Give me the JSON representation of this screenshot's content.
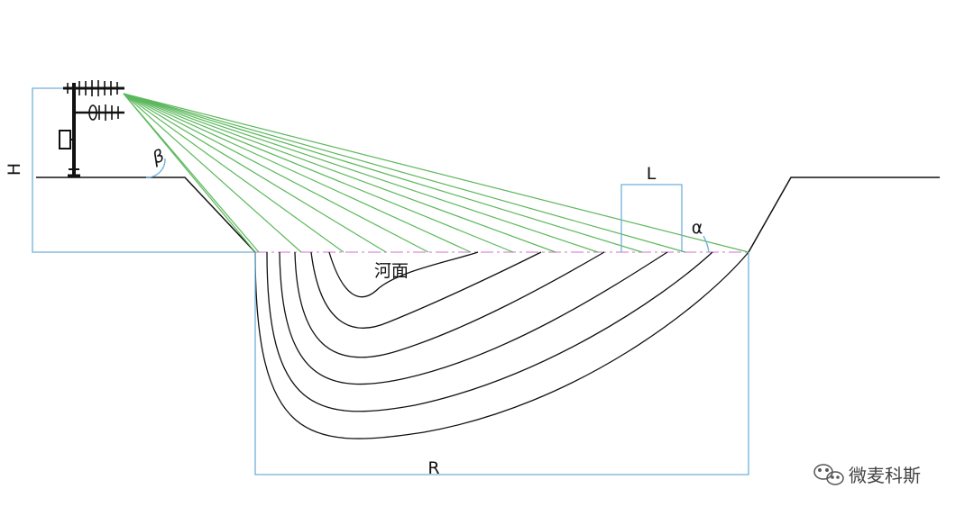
{
  "labels": {
    "height": "H",
    "beta": "β",
    "alpha": "α",
    "length": "L",
    "range": "R",
    "river_surface": "河面"
  },
  "watermark": {
    "text": "微麦科斯",
    "icon": "wechat-icon"
  },
  "colors": {
    "sight_lines": "#5cb85c",
    "dimension": "#6fb0d8",
    "terrain": "#111111",
    "water_line": "#d98cd9",
    "curves": "#111111"
  }
}
